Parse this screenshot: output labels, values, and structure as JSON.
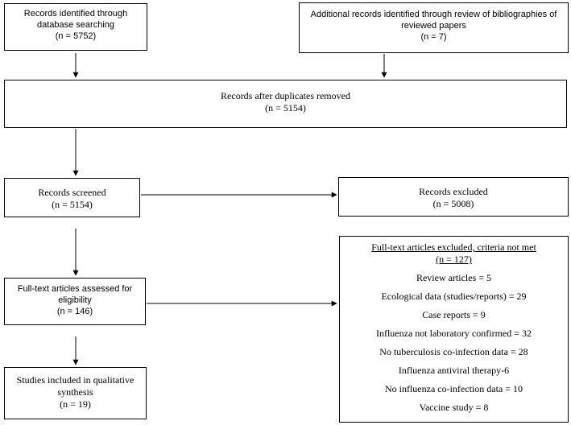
{
  "boxes": {
    "identified_db": {
      "lines": [
        "Records identified through",
        "database searching",
        "(n = 5752)"
      ]
    },
    "identified_other": {
      "lines": [
        "Additional records identified through review of bibliographies of",
        "reviewed papers",
        "(n = 7)"
      ]
    },
    "after_duplicates": {
      "lines": [
        "Records after duplicates removed",
        "(n = 5154)"
      ]
    },
    "screened": {
      "lines": [
        "Records screened",
        "(n = 5154)"
      ]
    },
    "excluded": {
      "lines": [
        "Records excluded",
        "(n = 5008)"
      ]
    },
    "fulltext_assessed": {
      "lines": [
        "Full-text articles assessed for",
        "eligibility",
        "(n = 146)"
      ]
    },
    "fulltext_excluded": {
      "title": "Full-text articles  excluded, criteria not met",
      "count": "(n = 127)",
      "reasons": [
        "Review articles = 5",
        "Ecological  data (studies/reports) = 29",
        "Case reports = 9",
        "Influenza not laboratory confirmed = 32",
        "No tuberculosis co-infection data = 28",
        "Influenza antiviral therapy-6",
        "No influenza co-infection data = 10",
        "Vaccine study = 8"
      ]
    },
    "included": {
      "lines": [
        "Studies included in qualitative",
        "synthesis",
        "(n = 19)"
      ]
    }
  }
}
